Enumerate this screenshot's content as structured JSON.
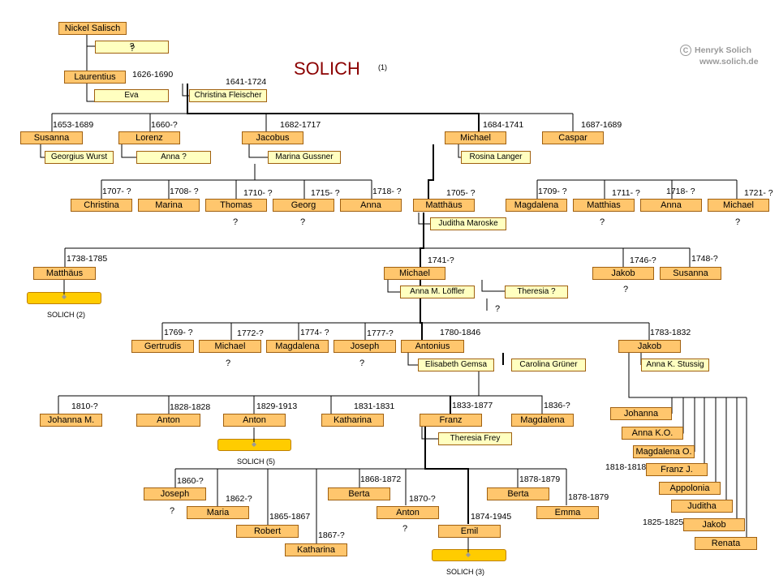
{
  "title": "SOLICH",
  "title_note": "(1)",
  "copyright": "Henryk Solich",
  "copyright_icon": "copyright-icon",
  "website": "www.solich.de",
  "colors": {
    "male_box": "#ffc66d",
    "spouse_box": "#ffffc0",
    "branch_box": "#ffcc00",
    "title": "#8b0000",
    "lines": "#000000"
  },
  "nodes": [
    {
      "id": "nickel",
      "name": "Nickel Salisch",
      "type": "m"
    },
    {
      "id": "nickel_sp",
      "name": "?",
      "type": "s"
    },
    {
      "id": "laurentius",
      "name": "Laurentius",
      "type": "m"
    },
    {
      "id": "eva",
      "name": "Eva",
      "type": "s"
    },
    {
      "id": "christina_f",
      "name": "Christina Fleischer",
      "type": "s"
    },
    {
      "id": "susanna1",
      "name": "Susanna",
      "type": "m"
    },
    {
      "id": "georgius",
      "name": "Georgius Wurst",
      "type": "s"
    },
    {
      "id": "lorenz",
      "name": "Lorenz",
      "type": "m"
    },
    {
      "id": "anna_q",
      "name": "Anna ?",
      "type": "s"
    },
    {
      "id": "jacobus",
      "name": "Jacobus",
      "type": "m"
    },
    {
      "id": "marina_g",
      "name": "Marina Gussner",
      "type": "s"
    },
    {
      "id": "michael1",
      "name": "Michael",
      "type": "m"
    },
    {
      "id": "rosina",
      "name": "Rosina Langer",
      "type": "s"
    },
    {
      "id": "caspar",
      "name": "Caspar",
      "type": "m"
    },
    {
      "id": "christina2",
      "name": "Christina",
      "type": "m"
    },
    {
      "id": "marina2",
      "name": "Marina",
      "type": "m"
    },
    {
      "id": "thomas",
      "name": "Thomas",
      "type": "m"
    },
    {
      "id": "georg",
      "name": "Georg",
      "type": "m"
    },
    {
      "id": "anna2",
      "name": "Anna",
      "type": "m"
    },
    {
      "id": "matthaeus1",
      "name": "Matthäus",
      "type": "m"
    },
    {
      "id": "juditha_m",
      "name": "Juditha Maroske",
      "type": "s"
    },
    {
      "id": "magdalena1",
      "name": "Magdalena",
      "type": "m"
    },
    {
      "id": "matthias",
      "name": "Matthias",
      "type": "m"
    },
    {
      "id": "anna3",
      "name": "Anna",
      "type": "m"
    },
    {
      "id": "michael2",
      "name": "Michael",
      "type": "m"
    },
    {
      "id": "matthaeus2",
      "name": "Matthäus",
      "type": "m"
    },
    {
      "id": "solich2_box",
      "name": "",
      "type": "b"
    },
    {
      "id": "michael3",
      "name": "Michael",
      "type": "m"
    },
    {
      "id": "anna_l",
      "name": "Anna M. Löffler",
      "type": "s"
    },
    {
      "id": "theresia_q",
      "name": "Theresia ?",
      "type": "s"
    },
    {
      "id": "jakob1",
      "name": "Jakob",
      "type": "m"
    },
    {
      "id": "susanna2",
      "name": "Susanna",
      "type": "m"
    },
    {
      "id": "gertrudis",
      "name": "Gertrudis",
      "type": "m"
    },
    {
      "id": "michael4",
      "name": "Michael",
      "type": "m"
    },
    {
      "id": "magdalena2",
      "name": "Magdalena",
      "type": "m"
    },
    {
      "id": "joseph1",
      "name": "Joseph",
      "type": "m"
    },
    {
      "id": "antonius",
      "name": "Antonius",
      "type": "m"
    },
    {
      "id": "elisabeth",
      "name": "Elisabeth Gemsa",
      "type": "s"
    },
    {
      "id": "carolina",
      "name": "Carolina Grüner",
      "type": "s"
    },
    {
      "id": "jakob2",
      "name": "Jakob",
      "type": "m"
    },
    {
      "id": "anna_s",
      "name": "Anna K. Stussig",
      "type": "s"
    },
    {
      "id": "johanna_m",
      "name": "Johanna M.",
      "type": "m"
    },
    {
      "id": "anton1",
      "name": "Anton",
      "type": "m"
    },
    {
      "id": "anton2",
      "name": "Anton",
      "type": "m"
    },
    {
      "id": "solich5_box",
      "name": "",
      "type": "b"
    },
    {
      "id": "katharina1",
      "name": "Katharina",
      "type": "m"
    },
    {
      "id": "franz",
      "name": "Franz",
      "type": "m"
    },
    {
      "id": "theresia_f",
      "name": "Theresia Frey",
      "type": "s"
    },
    {
      "id": "magdalena3",
      "name": "Magdalena",
      "type": "m"
    },
    {
      "id": "johanna2",
      "name": "Johanna",
      "type": "m"
    },
    {
      "id": "anna_ko",
      "name": "Anna K.O.",
      "type": "m"
    },
    {
      "id": "magdalena_o",
      "name": "Magdalena O.",
      "type": "m"
    },
    {
      "id": "franz_j",
      "name": "Franz J.",
      "type": "m"
    },
    {
      "id": "appolonia",
      "name": "Appolonia",
      "type": "m"
    },
    {
      "id": "juditha2",
      "name": "Juditha",
      "type": "m"
    },
    {
      "id": "jakob3",
      "name": "Jakob",
      "type": "m"
    },
    {
      "id": "renata",
      "name": "Renata",
      "type": "m"
    },
    {
      "id": "joseph2",
      "name": "Joseph",
      "type": "m"
    },
    {
      "id": "maria",
      "name": "Maria",
      "type": "m"
    },
    {
      "id": "robert",
      "name": "Robert",
      "type": "m"
    },
    {
      "id": "katharina2",
      "name": "Katharina",
      "type": "m"
    },
    {
      "id": "berta1",
      "name": "Berta",
      "type": "m"
    },
    {
      "id": "anton3",
      "name": "Anton",
      "type": "m"
    },
    {
      "id": "emil",
      "name": "Emil",
      "type": "m"
    },
    {
      "id": "solich3_box",
      "name": "",
      "type": "b"
    },
    {
      "id": "berta2",
      "name": "Berta",
      "type": "m"
    },
    {
      "id": "emma",
      "name": "Emma",
      "type": "m"
    }
  ],
  "labels": [
    {
      "id": "l1",
      "text": "1626-1690"
    },
    {
      "id": "l2",
      "text": "1641-1724"
    },
    {
      "id": "l3",
      "text": "1653-1689"
    },
    {
      "id": "l4",
      "text": "1660-?"
    },
    {
      "id": "l5",
      "text": "1682-1717"
    },
    {
      "id": "l6",
      "text": "1684-1741"
    },
    {
      "id": "l7",
      "text": "1687-1689"
    },
    {
      "id": "l8",
      "text": "1707- ?"
    },
    {
      "id": "l9",
      "text": "1708- ?"
    },
    {
      "id": "l10",
      "text": "1710- ?"
    },
    {
      "id": "l11",
      "text": "1715- ?"
    },
    {
      "id": "l12",
      "text": "1718- ?"
    },
    {
      "id": "l13",
      "text": "1705- ?"
    },
    {
      "id": "l14",
      "text": "1709- ?"
    },
    {
      "id": "l15",
      "text": "1711- ?"
    },
    {
      "id": "l16",
      "text": "1718- ?"
    },
    {
      "id": "l17",
      "text": "1721- ?"
    },
    {
      "id": "l18",
      "text": "1738-1785"
    },
    {
      "id": "l19",
      "text": "1741-?"
    },
    {
      "id": "l20",
      "text": "1746-?"
    },
    {
      "id": "l21",
      "text": "1748-?"
    },
    {
      "id": "l22",
      "text": "1769- ?"
    },
    {
      "id": "l23",
      "text": "1772-?"
    },
    {
      "id": "l24",
      "text": "1774- ?"
    },
    {
      "id": "l25",
      "text": "1777-?"
    },
    {
      "id": "l26",
      "text": "1780-1846"
    },
    {
      "id": "l27",
      "text": "1783-1832"
    },
    {
      "id": "l28",
      "text": "1810-?"
    },
    {
      "id": "l29",
      "text": "1828-1828"
    },
    {
      "id": "l30",
      "text": "1829-1913"
    },
    {
      "id": "l31",
      "text": "1831-1831"
    },
    {
      "id": "l32",
      "text": "1833-1877"
    },
    {
      "id": "l33",
      "text": "1836-?"
    },
    {
      "id": "l34",
      "text": "1818-1818"
    },
    {
      "id": "l35",
      "text": "1825-1825"
    },
    {
      "id": "l36",
      "text": "1860-?"
    },
    {
      "id": "l37",
      "text": "1862-?"
    },
    {
      "id": "l38",
      "text": "1865-1867"
    },
    {
      "id": "l39",
      "text": "1867-?"
    },
    {
      "id": "l40",
      "text": "1868-1872"
    },
    {
      "id": "l41",
      "text": "1870-?"
    },
    {
      "id": "l42",
      "text": "1874-1945"
    },
    {
      "id": "l43",
      "text": "1878-1879"
    },
    {
      "id": "l44",
      "text": "1878-1879"
    },
    {
      "id": "q1",
      "text": "?"
    },
    {
      "id": "q2",
      "text": "?"
    },
    {
      "id": "q3",
      "text": "?"
    },
    {
      "id": "q4",
      "text": "?"
    },
    {
      "id": "q5",
      "text": "?"
    },
    {
      "id": "q6",
      "text": "?"
    },
    {
      "id": "q7",
      "text": "?"
    },
    {
      "id": "q8",
      "text": "?"
    },
    {
      "id": "q9",
      "text": "?"
    },
    {
      "id": "q10",
      "text": "?"
    },
    {
      "id": "q11",
      "text": "?"
    },
    {
      "id": "r2",
      "text": "SOLICH (2)"
    },
    {
      "id": "r5",
      "text": "SOLICH (5)"
    },
    {
      "id": "r3",
      "text": "SOLICH (3)"
    }
  ]
}
